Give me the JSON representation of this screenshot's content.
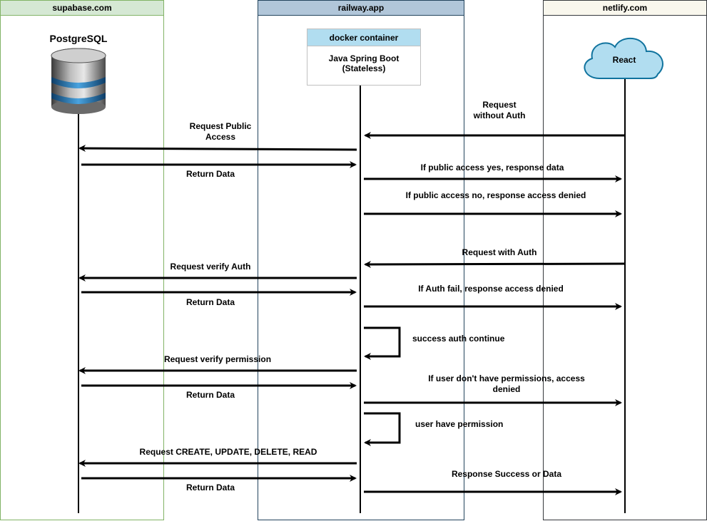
{
  "pools": {
    "supabase": {
      "title": "supabase.com"
    },
    "railway": {
      "title": "railway.app"
    },
    "netlify": {
      "title": "netlify.com"
    }
  },
  "participants": {
    "database": {
      "label": "PostgreSQL",
      "icon": "database-icon"
    },
    "container": {
      "header": "docker container",
      "line1": "Java Spring Boot",
      "line2": "(Stateless)"
    },
    "client": {
      "label": "React",
      "icon": "cloud-icon"
    }
  },
  "colors": {
    "supabase_fill": "#d5e8d4",
    "supabase_stroke": "#82b366",
    "railway_fill": "#b1c6d9",
    "railway_stroke": "#23445d",
    "netlify_fill": "#f9f7ed",
    "container_header": "#b1ddf0",
    "cloud_fill": "#b1ddf0",
    "cloud_stroke": "#10739e",
    "arrow": "#000000"
  },
  "messages": {
    "m1": "Request without Auth",
    "m1a": "Request",
    "m1b": "without Auth",
    "m2a": "Request Public",
    "m2b": "Access",
    "m3": "Return Data",
    "m4": "If public access yes, response data",
    "m5": "If public access no, response access denied",
    "m6": "Request with Auth",
    "m7": "Request verify Auth",
    "m8": "Return Data",
    "m9": "If Auth fail, response access denied",
    "m10": "success auth continue",
    "m11": "Request verify permission",
    "m12": "Return Data",
    "m13a": "If user don't have permissions, access",
    "m13b": "denied",
    "m14": "user have permission",
    "m15": "Request CREATE, UPDATE, DELETE, READ",
    "m16": "Return Data",
    "m17": "Response Success or Data"
  }
}
